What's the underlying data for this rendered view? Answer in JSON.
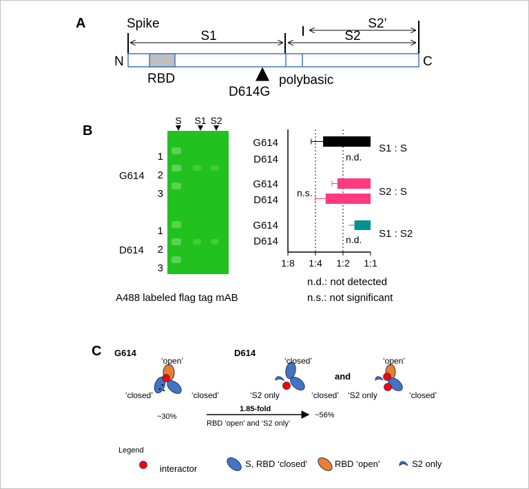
{
  "frame_color": "#bfbfbf",
  "panel_a": {
    "letter": "A",
    "spike": "Spike",
    "s1": "S1",
    "s2": "S2",
    "s2prime": "S2’",
    "n_term": "N",
    "c_term": "C",
    "rbd": "RBD",
    "mutation": "D614G",
    "polybasic": "polybasic",
    "bar_color": "#4472c4",
    "rbd_color": "#bfbfbf"
  },
  "panel_b": {
    "letter": "B",
    "lane_labels": [
      "S",
      "S1",
      "S2"
    ],
    "replicates": [
      "1",
      "2",
      "3"
    ],
    "groups": [
      "G614",
      "D614"
    ],
    "gel_color": "#22c21e",
    "gel_caption": "A488 labeled flag tag mAB",
    "chart_row_labels": [
      "G614",
      "D614",
      "G614",
      "D614",
      "G614",
      "D614"
    ],
    "na_label": "n.d.",
    "ns_label": "n.s.",
    "ratio_labels": [
      "S1 : S",
      "S2 : S",
      "S1 : S2"
    ],
    "tick_labels": [
      "1:8",
      "1:4",
      "1:2",
      "1:1"
    ],
    "footnote_nd": "n.d.: not detected",
    "footnote_ns": "n.s.: not significant"
  },
  "chart_data": {
    "type": "bar",
    "orientation": "horizontal",
    "scale": "log2 ratio",
    "categories": [
      "G614",
      "D614",
      "G614",
      "D614",
      "G614",
      "D614"
    ],
    "groups": [
      "S1 : S",
      "S1 : S",
      "S2 : S",
      "S2 : S",
      "S1 : S2",
      "S1 : S2"
    ],
    "values": [
      "1:3.3",
      "n.d.",
      "1:2.3",
      "1:3.1",
      "1:1.5",
      "n.d."
    ],
    "colors": [
      "#000000",
      null,
      "#ff3a7e",
      "#ff3a7e",
      "#00928f",
      null
    ],
    "xlim": [
      "1:8",
      "1:1"
    ],
    "gridlines": [
      "1:4",
      "1:2"
    ],
    "annotations": [
      "n.d.",
      "n.s.",
      "n.d."
    ]
  },
  "panel_c": {
    "letter": "C",
    "g614": "G614",
    "d614": "D614",
    "open": "‘open’",
    "closed": "‘closed’",
    "s2only": "‘S2 only",
    "and_word": "and",
    "pct_g": "~30%",
    "pct_d": "~56%",
    "fold": "1.85-fold",
    "arrow_caption": "RBD ‘open’ and ‘S2 only’",
    "legend_title": "Legend",
    "legend_interactor": "interactor",
    "legend_closed": "S, RBD ‘closed’",
    "legend_open": "RBD ‘open’",
    "legend_s2only": "S2 only",
    "blue": "#4472c4",
    "orange": "#ed7d31",
    "red": "#ff0000"
  }
}
